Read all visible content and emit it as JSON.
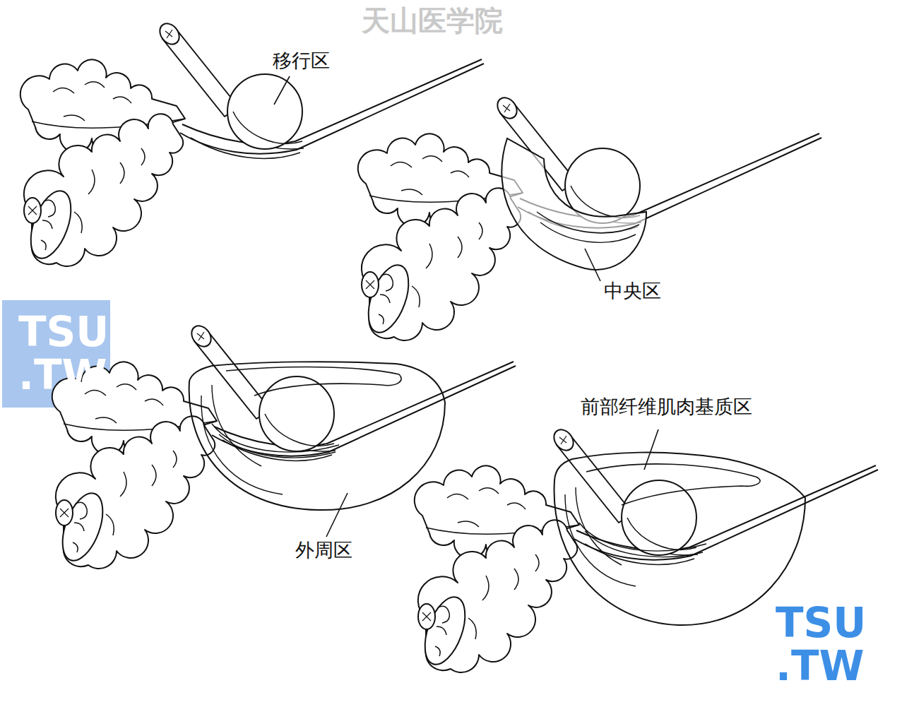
{
  "diagram": {
    "labels": [
      "天山医学院",
      "移行区",
      "中央区",
      "TSU .TW",
      "前部纤维肌肉基质区",
      "外周区",
      "TSU .TW"
    ]
  }
}
